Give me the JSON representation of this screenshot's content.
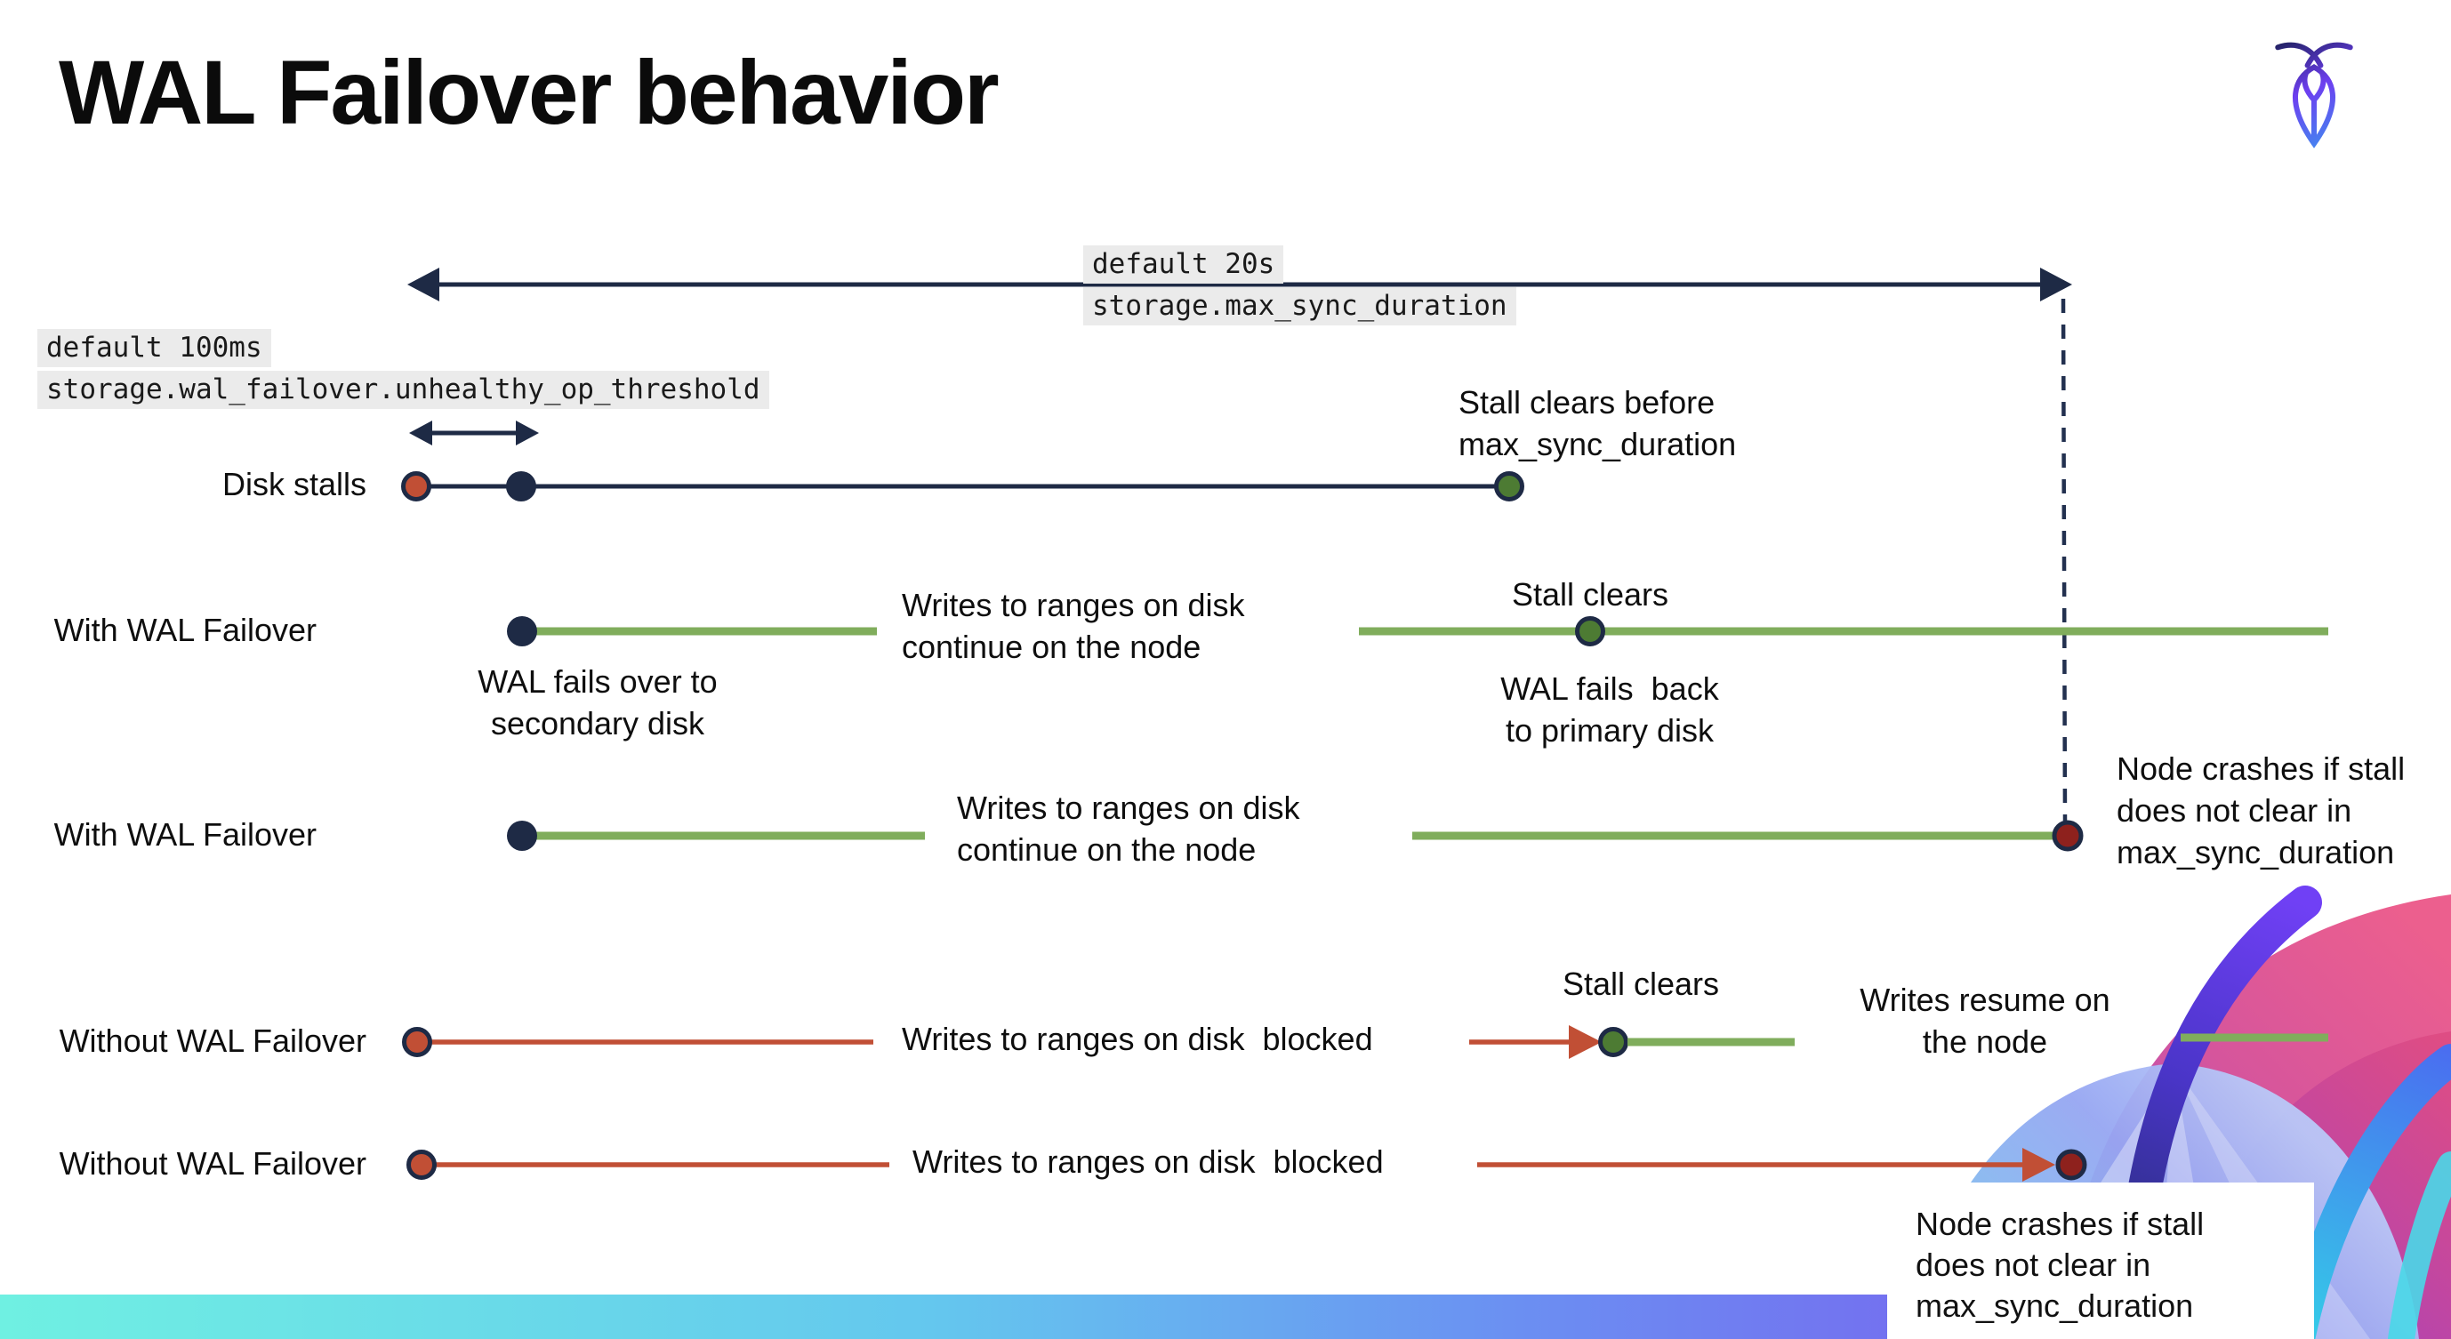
{
  "title": "WAL Failover behavior",
  "logo": {
    "name": "cockroachdb-logo"
  },
  "config_labels": {
    "max_sync": {
      "default_value": "default 20s",
      "setting": "storage.max_sync_duration"
    },
    "threshold": {
      "default_value": "default 100ms",
      "setting": "storage.wal_failover.unhealthy_op_threshold"
    }
  },
  "rows": {
    "disk_stalls": {
      "label": "Disk stalls",
      "stall_note": "Stall clears before\nmax_sync_duration"
    },
    "with_failover_1": {
      "label": "With WAL Failover",
      "failover_note": "WAL fails over to\nsecondary disk",
      "writes_note": "Writes to ranges on disk\ncontinue on the node",
      "stall_note": "Stall clears",
      "failback_note": "WAL fails  back\nto primary disk"
    },
    "with_failover_2": {
      "label": "With WAL Failover",
      "writes_note": "Writes to ranges on disk\ncontinue on the node",
      "crash_note": "Node crashes if stall\ndoes not clear in\nmax_sync_duration"
    },
    "without_failover_1": {
      "label": "Without WAL Failover",
      "blocked_note": "Writes to ranges on disk  blocked",
      "stall_note": "Stall clears",
      "resume_note": "Writes resume on\nthe node"
    },
    "without_failover_2": {
      "label": "Without WAL Failover",
      "blocked_note": "Writes to ranges on disk  blocked",
      "crash_note": "Node crashes if stall\ndoes not clear in\nmax_sync_duration"
    }
  },
  "colors": {
    "navy": "#1e2a45",
    "red_dot": "#c14f35",
    "dark_red_dot": "#8e211d",
    "green_dot": "#4d7b33",
    "green_line": "#80ad5c",
    "red_line": "#c14f35",
    "label_background": "#ebebeb",
    "bar_gradient": [
      "#6ff0e2",
      "#6b8ff2",
      "#7b55ee"
    ]
  }
}
